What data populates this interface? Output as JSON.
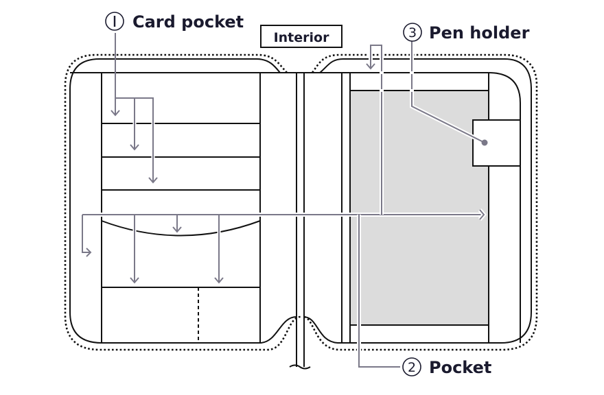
{
  "diagram": {
    "title": "Interior",
    "colors": {
      "outline": "#111111",
      "leader": "#7a7888",
      "pocket_fill": "#dcdcdc",
      "text": "#1a1a2e"
    },
    "callouts": [
      {
        "number": "①",
        "label": "Card pocket"
      },
      {
        "number": "②",
        "label": "Pocket"
      },
      {
        "number": "③",
        "label": "Pen holder"
      }
    ]
  }
}
